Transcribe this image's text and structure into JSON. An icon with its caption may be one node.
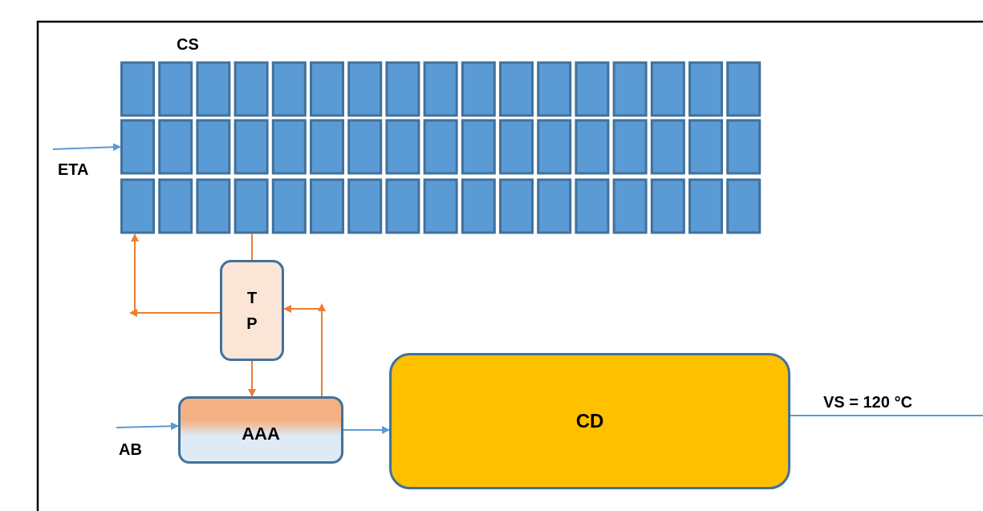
{
  "diagram": {
    "nodes": [
      {
        "text": [
          "CS"
        ]
      },
      {
        "text": [
          "T P"
        ]
      },
      {
        "text": [
          "AAA"
        ]
      },
      {
        "text": [
          "CD"
        ]
      }
    ],
    "edges": [
      {
        "from": null,
        "to": 0,
        "arrow": "to",
        "label": "ETA",
        "color": "#5b9bd5"
      },
      {
        "from": 1,
        "to": 0,
        "arrow": "none",
        "color": "#ed7d31"
      },
      {
        "from": 1,
        "to": 0,
        "arrow": "to",
        "color": "#ed7d31"
      },
      {
        "from": 1,
        "to": 2,
        "arrow": "to",
        "color": "#ed7d31"
      },
      {
        "from": 2,
        "to": 1,
        "arrow": "to",
        "color": "#ed7d31"
      },
      {
        "from": null,
        "to": 2,
        "arrow": "to",
        "label": "AB",
        "color": "#5b9bd5"
      },
      {
        "from": 2,
        "to": 3,
        "arrow": "to",
        "color": "#5b9bd5"
      },
      {
        "from": 3,
        "to": null,
        "arrow": "none",
        "label": "VS = 120 °C",
        "color": "#5b9bd5"
      }
    ]
  }
}
